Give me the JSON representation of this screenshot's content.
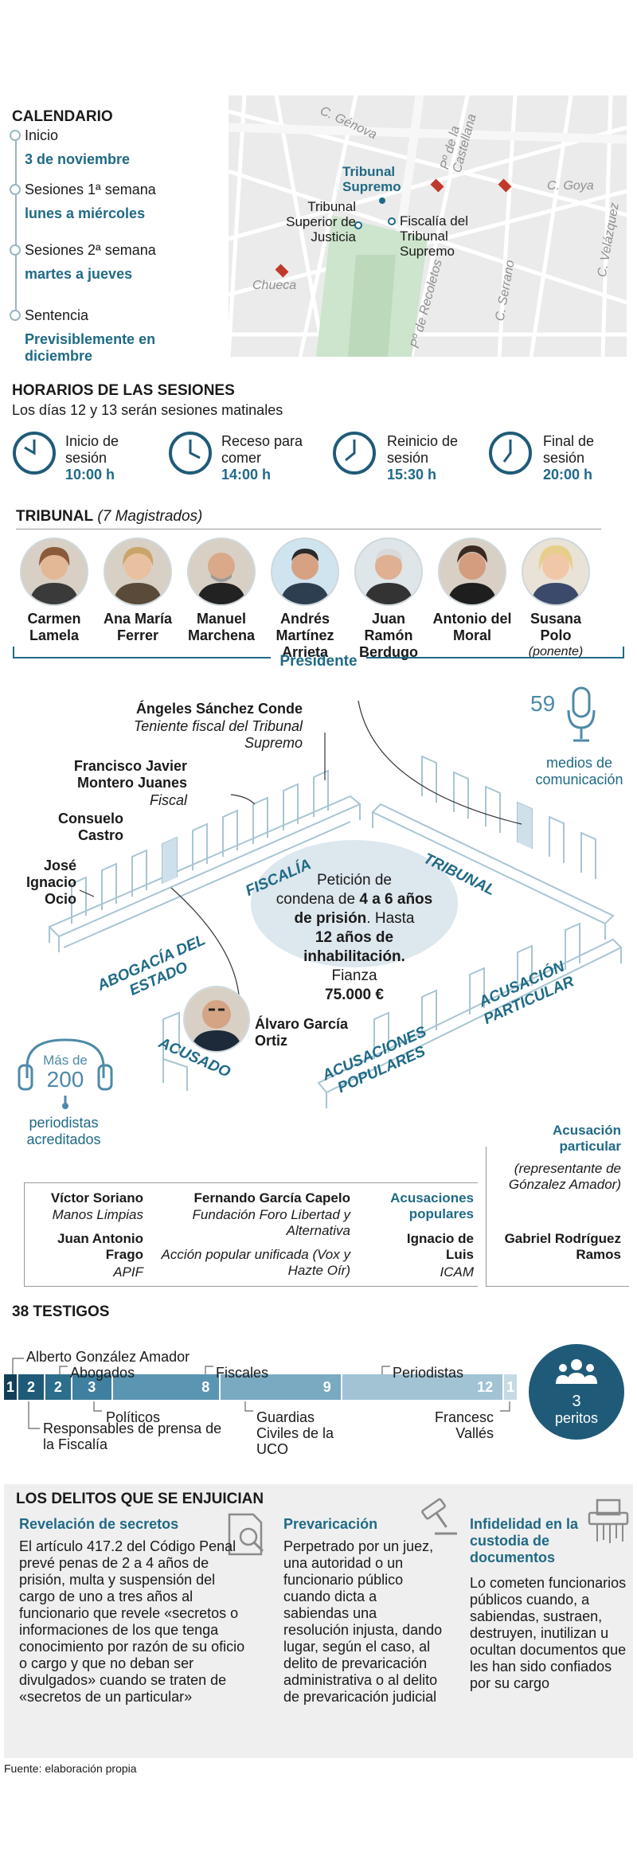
{
  "calendario": {
    "title": "CALENDARIO",
    "items": [
      {
        "label": "Inicio",
        "value": "3 de noviembre"
      },
      {
        "label": "Sesiones 1ª semana",
        "value": "lunes a miércoles"
      },
      {
        "label": "Sesiones 2ª semana",
        "value": "martes a jueves"
      },
      {
        "label": "Sentencia",
        "value": "Previsiblemente en diciembre"
      }
    ]
  },
  "mapa": {
    "streets": [
      "C. Génova",
      "Pº de la Castellana",
      "C. Goya",
      "C. Velázquez",
      "C. Serrano",
      "Pº de Recoletos",
      "Chueca"
    ],
    "places": {
      "supremo": "Tribunal Supremo",
      "tsj": "Tribunal Superior de Justicia",
      "fiscalia": "Fiscalía del Tribunal Supremo"
    }
  },
  "horarios": {
    "title": "HORARIOS DE LAS SESIONES",
    "subtitle": "Los días 12 y 13 serán sesiones matinales",
    "items": [
      {
        "label": "Inicio de sesión",
        "time": "10:00 h"
      },
      {
        "label": "Receso para comer",
        "time": "14:00 h"
      },
      {
        "label": "Reinicio de sesión",
        "time": "15:30 h"
      },
      {
        "label": "Final de sesión",
        "time": "20:00 h"
      }
    ]
  },
  "tribunal": {
    "title": "TRIBUNAL",
    "note": "(7 Magistrados)",
    "judges": [
      {
        "name": "Carmen Lamela",
        "role": ""
      },
      {
        "name": "Ana María Ferrer",
        "role": ""
      },
      {
        "name": "Manuel Marchena",
        "role": ""
      },
      {
        "name": "Andrés Martínez Arrieta",
        "role": ""
      },
      {
        "name": "Juan Ramón Berdugo",
        "role": ""
      },
      {
        "name": "Antonio del Moral",
        "role": ""
      },
      {
        "name": "Susana Polo",
        "role": "(ponente)"
      }
    ],
    "president_label": "Presidente"
  },
  "sala": {
    "medios_count": "59",
    "medios_label": "medios de comunicación",
    "periodistas_pre": "Más de",
    "periodistas_count": "200",
    "periodistas_label": "periodistas acreditados",
    "fiscal1_name": "Ángeles Sánchez Conde",
    "fiscal1_role": "Teniente fiscal del Tribunal Supremo",
    "fiscal2_name": "Francisco Javier Montero Juanes",
    "fiscal2_role": "Fiscal",
    "abog1": "Consuelo Castro",
    "abog2": "José Ignacio Ocio",
    "acusado_name": "Álvaro García Ortiz",
    "tags": {
      "fiscalia": "FISCALÍA",
      "tribunal": "TRIBUNAL",
      "abogacia": "ABOGACÍA DEL ESTADO",
      "acusado": "ACUSADO",
      "acus_particular": "ACUSACIÓN PARTICULAR",
      "acus_populares": "ACUSACIONES POPULARES"
    },
    "peticion": {
      "l1": "Petición de",
      "l2a": "condena de ",
      "l2b": "4 a 6 años",
      "l3a": "de prisión",
      "l3b": ". Hasta",
      "l4": "12 años de inhabilitación.",
      "l5": "Fianza",
      "l6": "75.000 €"
    }
  },
  "acusaciones": {
    "populares_title": "Acusaciones populares",
    "particular_title": "Acusación particular",
    "particular_note": "(representante de Gónzalez Amador)",
    "particular_name": "Gabriel Rodríguez Ramos",
    "populares": [
      {
        "name": "Víctor Soriano",
        "org": "Manos Limpias"
      },
      {
        "name": "Juan Antonio Frago",
        "org": "APIF"
      },
      {
        "name": "Fernando García Capelo",
        "org": "Fundación Foro Libertad y Alternativa"
      },
      {
        "name": "",
        "org": "Acción popular unificada (Vox y Hazte Oír)"
      },
      {
        "name": "Ignacio de Luis",
        "org": "ICAM"
      }
    ]
  },
  "testigos": {
    "title": "38 TESTIGOS",
    "top_labels": [
      "Alberto González Amador",
      "Abogados",
      "Fiscales",
      "Periodistas"
    ],
    "bottom_labels": [
      "Responsables de prensa de la Fiscalía",
      "Políticos",
      "Guardias Civiles de la UCO",
      "Francesc Vallés"
    ],
    "segments": [
      {
        "value": 1,
        "color": "#123f58"
      },
      {
        "value": 2,
        "color": "#1f5b78"
      },
      {
        "value": 2,
        "color": "#2c6e8c"
      },
      {
        "value": 3,
        "color": "#3f80a0"
      },
      {
        "value": 8,
        "color": "#5a95b2"
      },
      {
        "value": 9,
        "color": "#79aac2"
      },
      {
        "value": 12,
        "color": "#a1c3d4"
      },
      {
        "value": 1,
        "color": "#c6dae4"
      }
    ],
    "peritos_count": "3",
    "peritos_label": "peritos"
  },
  "delitos": {
    "title": "LOS DELITOS QUE SE ENJUICIAN",
    "items": [
      {
        "title": "Revelación de secretos",
        "text": "El artículo 417.2 del Código Penal prevé penas de 2 a 4 años de prisión, multa y suspensión del cargo de uno a tres años al funcionario que revele «secretos o informaciones de los que tenga conocimiento por razón de su oficio o cargo y que no deban ser divulgados» cuando se traten de «secretos de un particular»"
      },
      {
        "title": "Prevaricación",
        "text": "Perpetrado por un juez, una autoridad o un funcionario público cuando dicta a sabiendas una resolución injusta, dando lugar, según el caso, al delito de prevaricación administrativa o al delito de prevaricación judicial"
      },
      {
        "title": "Infidelidad en la custodia de documentos",
        "text": "Lo cometen funcionarios públicos cuando, a sabiendas, sustraen, destruyen, inutilizan u ocultan documentos que les han sido confiados por su cargo"
      }
    ]
  },
  "source": "Fuente: elaboración propia",
  "colors": {
    "accent": "#1f6a86",
    "dark": "#1f5b78",
    "panel": "#efefef"
  }
}
